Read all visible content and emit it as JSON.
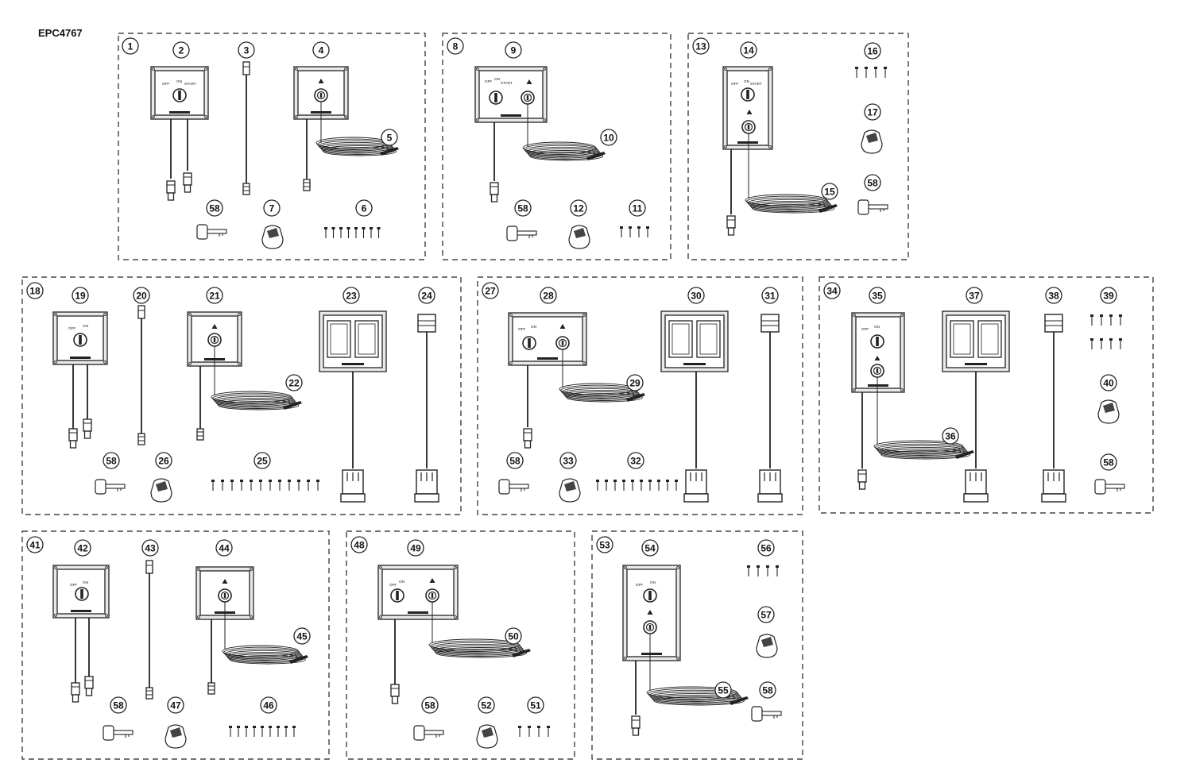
{
  "document_id": "EPC4767",
  "panel_labels": {
    "off": "OFF",
    "on": "ON",
    "start": "START"
  },
  "callouts": [
    "1",
    "2",
    "3",
    "4",
    "5",
    "6",
    "7",
    "8",
    "9",
    "10",
    "11",
    "12",
    "13",
    "14",
    "15",
    "16",
    "17",
    "58",
    "18",
    "19",
    "20",
    "21",
    "22",
    "23",
    "24",
    "25",
    "26",
    "27",
    "28",
    "29",
    "30",
    "31",
    "32",
    "33",
    "34",
    "35",
    "36",
    "37",
    "38",
    "39",
    "40",
    "41",
    "42",
    "43",
    "44",
    "45",
    "46",
    "47",
    "48",
    "49",
    "50",
    "51",
    "52",
    "53",
    "54",
    "55",
    "56",
    "57"
  ],
  "colors": {
    "line": "#222222",
    "panel_fill": "#e9e9e9",
    "background": "#ffffff"
  }
}
